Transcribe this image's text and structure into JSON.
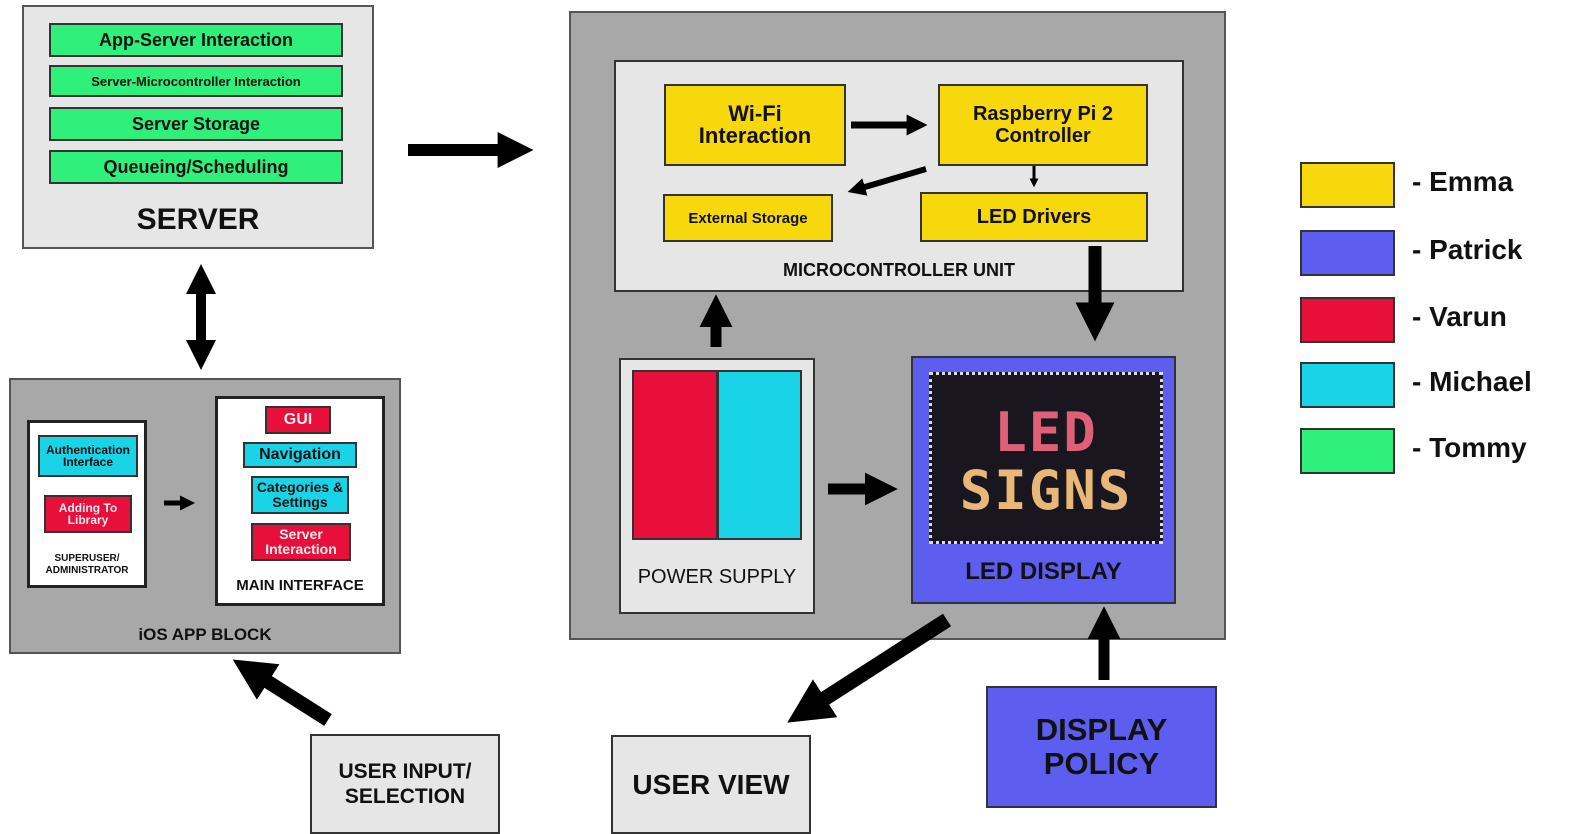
{
  "server": {
    "title": "SERVER",
    "items": [
      "App-Server Interaction",
      "Server-Microcontroller Interaction",
      "Server Storage",
      "Queueing/Scheduling"
    ]
  },
  "ios": {
    "title": "iOS APP BLOCK",
    "admin": {
      "label": "SUPERUSER/\nADMINISTRATOR",
      "items": [
        "Authentication Interface",
        "Adding To Library"
      ]
    },
    "main": {
      "label": "MAIN INTERFACE",
      "items": [
        "GUI",
        "Navigation",
        "Categories & Settings",
        "Server Interaction"
      ]
    }
  },
  "mcu": {
    "label": "MICROCONTROLLER UNIT",
    "wifi": "Wi-Fi\nInteraction",
    "rpi": "Raspberry Pi 2\nController",
    "storage": "External Storage",
    "drivers": "LED Drivers"
  },
  "power": {
    "label": "POWER SUPPLY"
  },
  "led_display": {
    "label": "LED DISPLAY",
    "screen_line1": "LED",
    "screen_line2": "SIGNS"
  },
  "user_input": "USER INPUT/\nSELECTION",
  "user_view": "USER VIEW",
  "display_policy": "DISPLAY\nPOLICY",
  "legend": [
    {
      "label": "- Emma",
      "color": "#f6d80d"
    },
    {
      "label": "- Patrick",
      "color": "#5d5ef0"
    },
    {
      "label": "- Varun",
      "color": "#e8103a"
    },
    {
      "label": "- Michael",
      "color": "#19d3e6"
    },
    {
      "label": "- Tommy",
      "color": "#2ef07a"
    }
  ]
}
